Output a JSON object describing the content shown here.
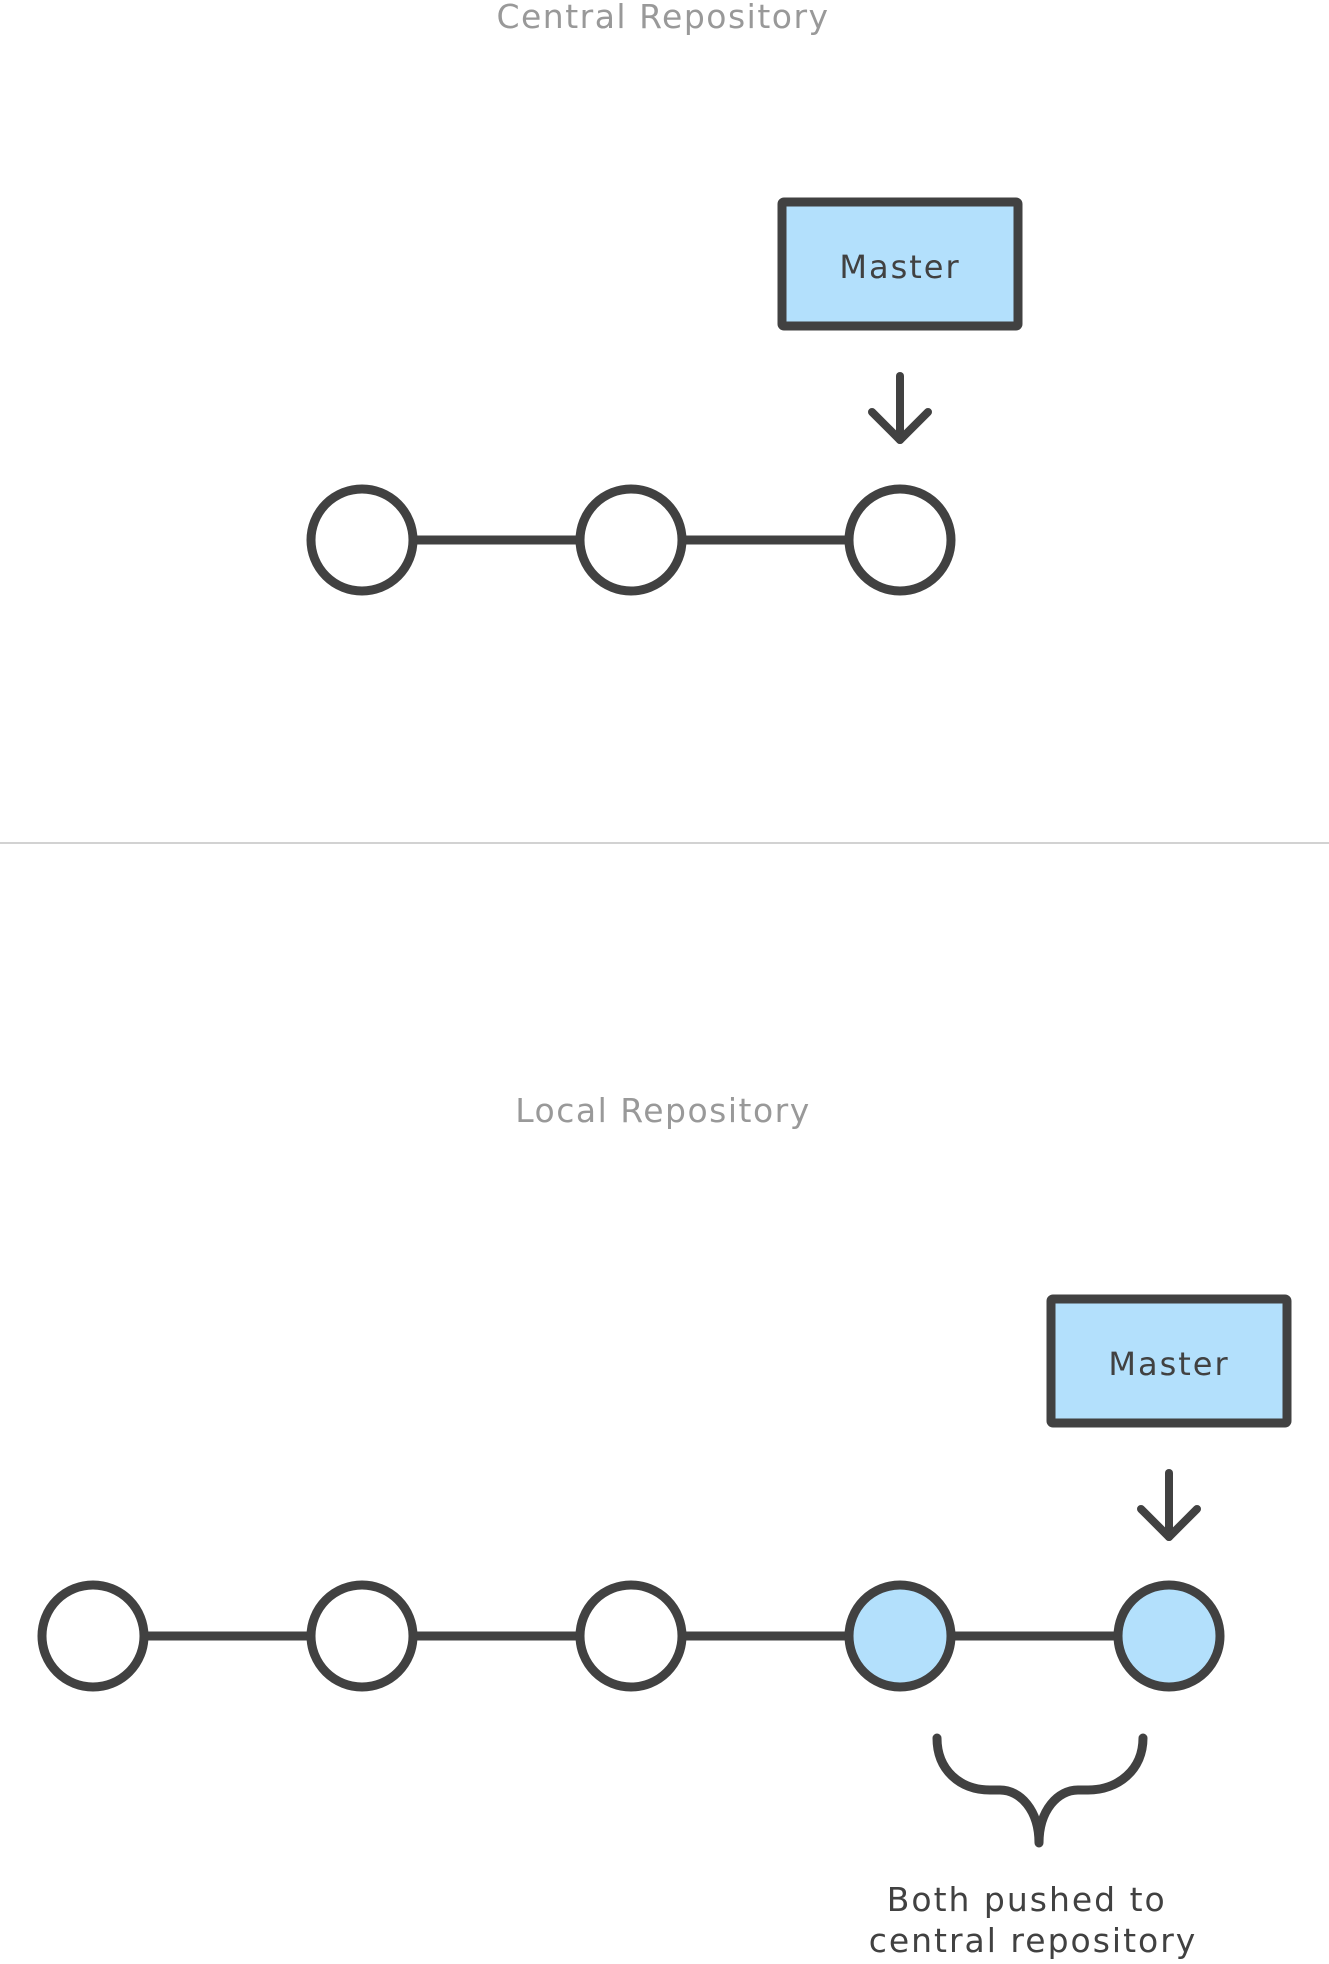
{
  "colors": {
    "stroke": "#414141",
    "highlight_fill": "#b3e0fc",
    "plain_fill": "#ffffff",
    "title_text": "#999999",
    "divider": "#d2d2d2"
  },
  "central": {
    "title": "Central Repository",
    "branch_label": "Master",
    "branch_points_to_commit": 3,
    "commits": [
      {
        "index": 1,
        "highlighted": false
      },
      {
        "index": 2,
        "highlighted": false
      },
      {
        "index": 3,
        "highlighted": false
      }
    ]
  },
  "local": {
    "title": "Local Repository",
    "branch_label": "Master",
    "branch_points_to_commit": 5,
    "commits": [
      {
        "index": 1,
        "highlighted": false
      },
      {
        "index": 2,
        "highlighted": false
      },
      {
        "index": 3,
        "highlighted": false
      },
      {
        "index": 4,
        "highlighted": true
      },
      {
        "index": 5,
        "highlighted": true
      }
    ],
    "brace_spans_commits": [
      4,
      5
    ],
    "caption_lines": [
      "Both pushed to",
      "central repository"
    ]
  }
}
